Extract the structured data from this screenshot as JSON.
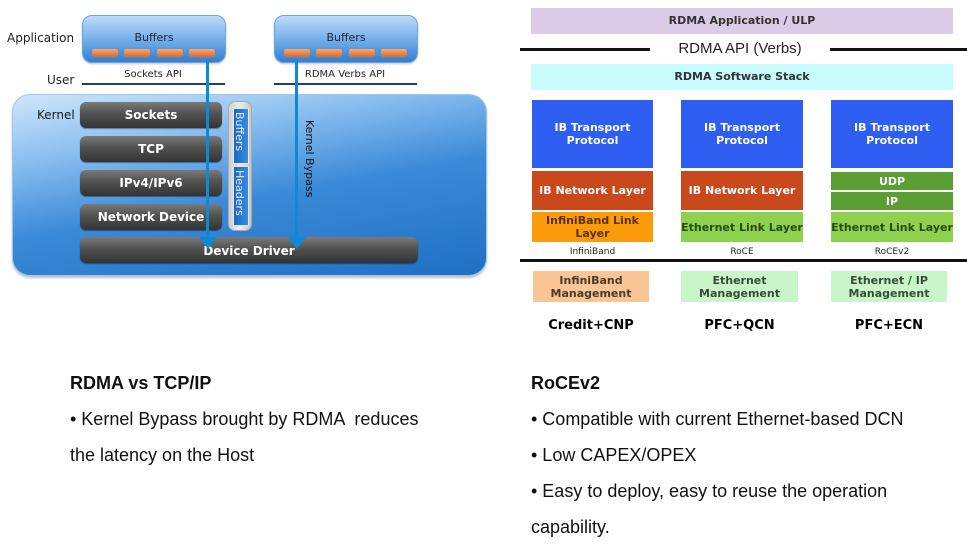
{
  "left_diagram": {
    "row_labels": {
      "application": "Application",
      "user": "User",
      "kernel": "Kernel"
    },
    "socket_app": {
      "title": "Buffers",
      "buffer_count": 4,
      "api_label": "Sockets API"
    },
    "rdma_app": {
      "title": "Buffers",
      "buffer_count": 4,
      "api_label": "RDMA Verbs API"
    },
    "kernel_layers": [
      "Sockets",
      "TCP",
      "IPv4/IPv6",
      "Network Device"
    ],
    "side_column": {
      "top": "Buffers",
      "bottom": "Headers"
    },
    "bypass_label": "Kernel Bypass",
    "device_driver": "Device Driver",
    "colors": {
      "arrow": "#0d8ad6",
      "buffer": "#e8793a",
      "kernel_bg": "#1f6fc4"
    }
  },
  "right_diagram": {
    "application_bar": "RDMA Application / ULP",
    "api_label": "RDMA API (Verbs)",
    "software_stack": "RDMA Software Stack",
    "stacks": [
      {
        "name": "InfiniBand",
        "layers": [
          "IB Transport Protocol",
          "IB Network Layer",
          "InfiniBand Link Layer"
        ],
        "management": "InfiniBand Management",
        "congestion_control": "Credit+CNP"
      },
      {
        "name": "RoCE",
        "layers": [
          "IB Transport Protocol",
          "IB Network Layer",
          "Ethernet Link Layer"
        ],
        "management": "Ethernet Management",
        "congestion_control": "PFC+QCN"
      },
      {
        "name": "RoCEv2",
        "layers": [
          "IB Transport Protocol",
          "UDP",
          "IP",
          "Ethernet Link Layer"
        ],
        "management": "Ethernet / IP Management",
        "congestion_control": "PFC+ECN"
      }
    ],
    "colors": {
      "application": "#dccbe6",
      "software_stack": "#c8fcfc",
      "transport": "#2f5ff2",
      "ib_network": "#c9491c",
      "ib_link": "#fb9a0a",
      "eth_link": "#8ed14f",
      "udp_ip": "#5b9e33"
    }
  },
  "text": {
    "left_heading": "RDMA vs TCP/IP",
    "left_bullet_line1": "• Kernel Bypass brought by RDMA  reduces",
    "left_bullet_line2": "the latency on the Host",
    "right_heading": "RoCEv2",
    "right_bullets": [
      "• Compatible with current Ethernet-based DCN",
      "• Low CAPEX/OPEX",
      "• Easy to deploy, easy to reuse the operation",
      "capability."
    ]
  }
}
